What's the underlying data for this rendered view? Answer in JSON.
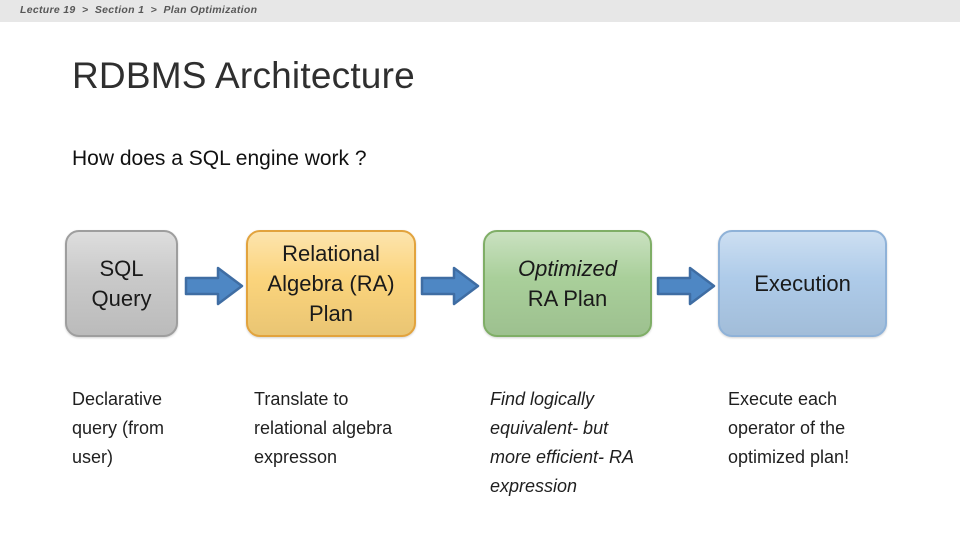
{
  "breadcrumb": {
    "text": "Lecture 19  >  Section 1  >  Plan Optimization"
  },
  "slide": {
    "title": "RDBMS Architecture",
    "subtitle": "How does a SQL engine work ?"
  },
  "pipeline": {
    "steps": [
      {
        "name": "sql-query",
        "box_label": "SQL\nQuery",
        "caption": "Declarative\nquery (from\nuser)",
        "fill": "#c9c9c9",
        "border": "#9e9e9e"
      },
      {
        "name": "relational-algebra-plan",
        "box_label": "Relational\nAlgebra (RA)\nPlan",
        "caption": "Translate to\nrelational algebra\nexpresson",
        "fill": "#fbd47c",
        "border": "#e2a33d"
      },
      {
        "name": "optimized-ra-plan",
        "box_label_italic": "Optimized",
        "box_label": "RA Plan",
        "caption": "Find logically\nequivalent- but\nmore efficient- RA\nexpression",
        "fill": "#a9cf9a",
        "border": "#7fae66"
      },
      {
        "name": "execution",
        "box_label": "Execution",
        "caption": "Execute each\noperator of the\noptimized plan!",
        "fill": "#aecbe9",
        "border": "#8fb2d8"
      }
    ],
    "arrow": {
      "fill": "#4e87c4",
      "stroke": "#3f6da3"
    }
  }
}
